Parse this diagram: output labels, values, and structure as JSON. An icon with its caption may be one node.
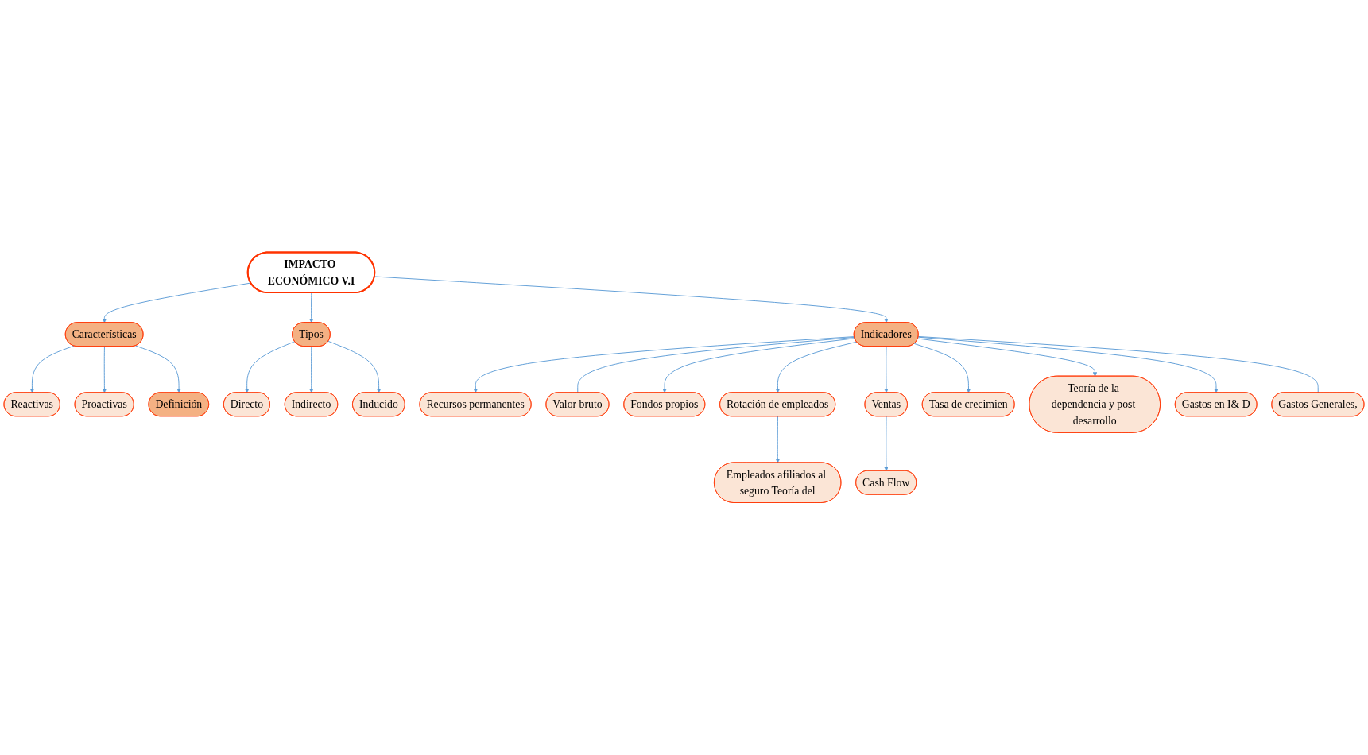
{
  "diagram": {
    "nodes": [
      {
        "text": [
          "Reactivas"
        ]
      },
      {
        "text": [
          "Proactivas"
        ]
      },
      {
        "text": [
          "Definición"
        ]
      },
      {
        "text": [
          "Características"
        ]
      },
      {
        "text": [
          "Directo"
        ]
      },
      {
        "text": [
          "IMPACTO ECONÓMICO V.I"
        ]
      },
      {
        "text": [
          "Tipos"
        ]
      },
      {
        "text": [
          "Recursos permanentes"
        ]
      },
      {
        "text": [
          "Indirecto"
        ]
      },
      {
        "text": [
          "Valor bruto"
        ]
      },
      {
        "text": [
          "Fondos propios"
        ]
      },
      {
        "text": [
          "Indicadores"
        ]
      },
      {
        "text": [
          "Inducido"
        ]
      },
      {
        "text": [
          "Rotación de empleados"
        ]
      },
      {
        "text": [
          "Ventas"
        ]
      },
      {
        "text": [
          "Tasa de crecimien"
        ]
      },
      {
        "text": [
          "Teoría de la dependencia y post desarrollo"
        ]
      },
      {
        "text": [
          "Empleados afiliados al seguro Teoría del"
        ]
      },
      {
        "text": [
          "Gastos en I& D"
        ]
      },
      {
        "text": [
          "Cash Flow"
        ]
      },
      {
        "text": [
          "Gastos Generales,"
        ]
      }
    ],
    "edges": [
      {
        "from": 3,
        "to": 0,
        "arrow": "to"
      },
      {
        "from": 3,
        "to": 1,
        "arrow": "to"
      },
      {
        "from": 3,
        "to": 2,
        "arrow": "to"
      },
      {
        "from": 5,
        "to": 3,
        "arrow": "to"
      },
      {
        "from": 5,
        "to": 6,
        "arrow": "to"
      },
      {
        "from": 6,
        "to": 4,
        "arrow": "to"
      },
      {
        "from": 6,
        "to": 8,
        "arrow": "to"
      },
      {
        "from": 6,
        "to": 12,
        "arrow": "to"
      },
      {
        "from": 5,
        "to": 11,
        "arrow": "to"
      },
      {
        "from": 11,
        "to": 7,
        "arrow": "to"
      },
      {
        "from": 11,
        "to": 9,
        "arrow": "none"
      },
      {
        "from": 11,
        "to": 10,
        "arrow": "to"
      },
      {
        "from": 11,
        "to": 13,
        "arrow": "to"
      },
      {
        "from": 11,
        "to": 14,
        "arrow": "to"
      },
      {
        "from": 11,
        "to": 15,
        "arrow": "to"
      },
      {
        "from": 11,
        "to": 16,
        "arrow": "to"
      },
      {
        "from": 11,
        "to": 18,
        "arrow": "to"
      },
      {
        "from": 11,
        "to": 20,
        "arrow": "none"
      },
      {
        "from": 13,
        "to": 17,
        "arrow": "to"
      },
      {
        "from": 14,
        "to": 19,
        "arrow": "to"
      }
    ]
  }
}
